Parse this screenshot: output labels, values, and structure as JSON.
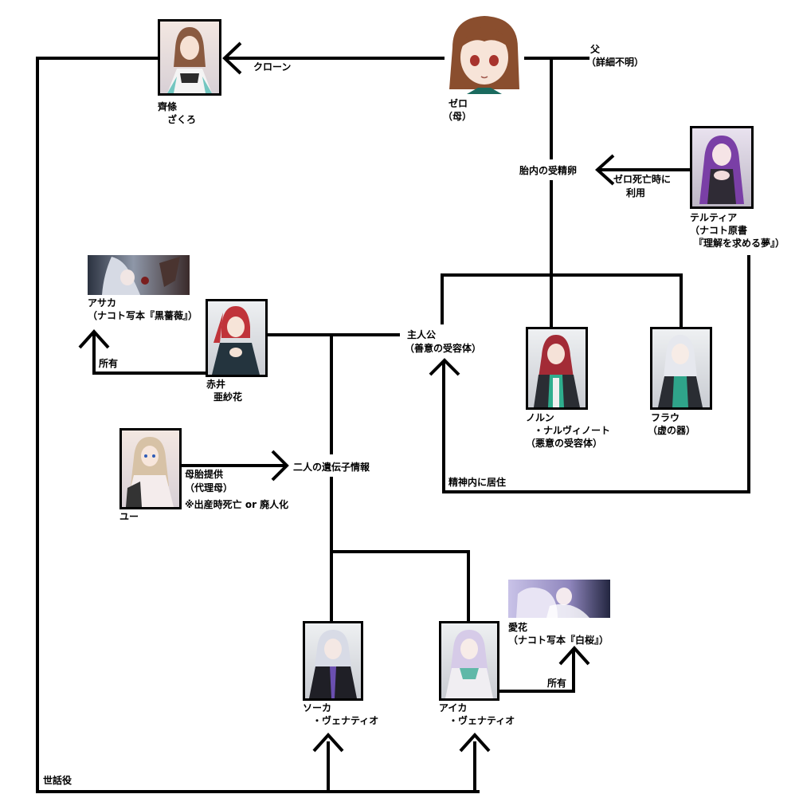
{
  "nodes": {
    "zero": {
      "name": "ゼロ",
      "sub": "（母）",
      "icon": "portrait-brown-hair-girl"
    },
    "father": {
      "name": "父",
      "sub": "（詳細不明）"
    },
    "zakuro": {
      "name": "齊條",
      "sub": "ざくろ",
      "icon": "portrait-brown-hair-clone"
    },
    "embryo": {
      "name": "胎内の受精卵"
    },
    "terutia": {
      "name": "テルティア",
      "sub1": "（ナコト原書",
      "sub2": "『理解を求める夢』）",
      "icon": "portrait-purple-hair-girl"
    },
    "asaka": {
      "name": "アサカ",
      "sub": "（ナコト写本『黒薔薇』）",
      "icon": "scene-silver-hair-black-rose"
    },
    "akai": {
      "name": "赤井",
      "sub": "亜紗花",
      "icon": "portrait-red-twintail-girl"
    },
    "protagonist": {
      "name": "主人公",
      "sub": "（善意の受容体）"
    },
    "norun": {
      "name": "ノルン",
      "sub": "・ナルヴィノート",
      "sub2": "（悪意の受容体）",
      "icon": "portrait-crimson-hair-girl"
    },
    "furau": {
      "name": "フラウ",
      "sub": "（虚の器）",
      "icon": "portrait-white-hair-girl"
    },
    "yu": {
      "name": "ユー",
      "icon": "portrait-blonde-hair-girl"
    },
    "genes": {
      "name": "二人の遺伝子情報"
    },
    "souka": {
      "name": "ソーカ",
      "sub": "・ヴェナティオ",
      "icon": "portrait-silver-hair-boy"
    },
    "aika": {
      "name": "アイカ",
      "sub": "・ヴェナティオ",
      "icon": "portrait-lilac-hair-girl"
    },
    "aika_book": {
      "name": "愛花",
      "sub": "（ナコト写本『白桜』）",
      "icon": "scene-white-cherry-blossom"
    }
  },
  "edges": {
    "clone": "クローン",
    "zero_death1": "ゼロ死亡時に",
    "zero_death2": "利用",
    "owned_left": "所有",
    "owned_right": "所有",
    "womb1": "母胎提供",
    "womb2": "（代理母）",
    "womb3": "※出産時死亡 or 廃人化",
    "reside": "精神内に居住",
    "caretaker": "世話役"
  }
}
